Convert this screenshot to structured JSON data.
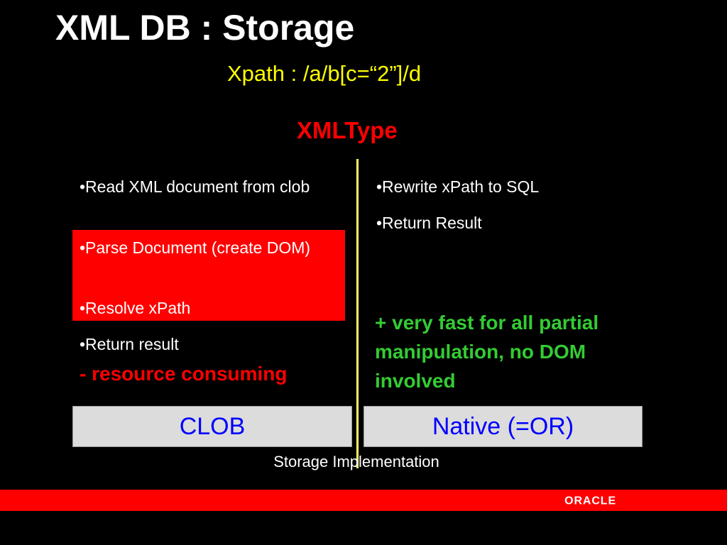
{
  "slide": {
    "title": "XML DB : Storage",
    "xpath": "Xpath : /a/b[c=“2”]/d",
    "xmltype": "XMLType",
    "left_bullets": [
      "•Read XML document from clob",
      "•Parse Document (create DOM)",
      "•Resolve xPath",
      "•Return result"
    ],
    "left_con": "- resource consuming",
    "right_bullets": [
      "•Rewrite xPath to SQL",
      "•Return Result"
    ],
    "right_pro": "+ very fast for all partial manipulation, no DOM involved",
    "clob_label": "CLOB",
    "native_label": "Native (=OR)",
    "storage_label": "Storage Implementation",
    "logo_text": "ORACLE",
    "colors": {
      "background": "#000000",
      "title": "#ffffff",
      "xpath": "#ffff00",
      "accent_red": "#ff0000",
      "pro_green": "#33cc33",
      "storage_box": "#dcdcdc",
      "storage_text": "#0000ff"
    }
  }
}
